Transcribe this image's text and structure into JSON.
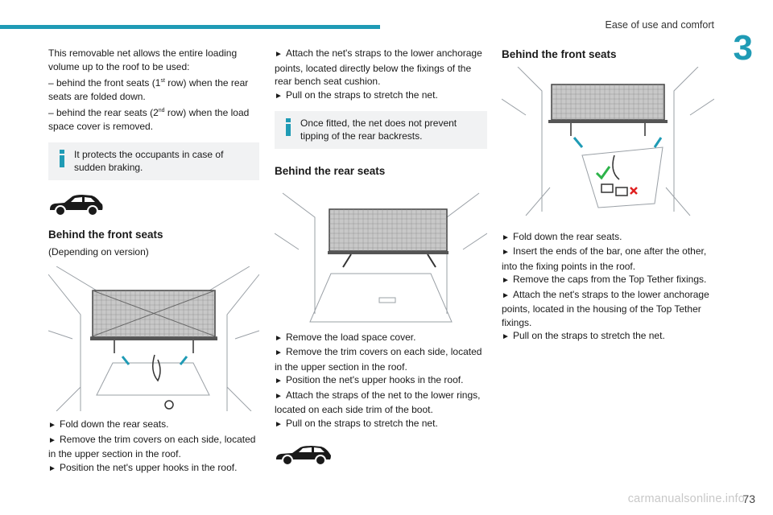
{
  "header": {
    "section_title": "Ease of use and comfort",
    "chapter_number": "3"
  },
  "col1": {
    "intro_lines": "This removable net allows the entire loading\nvolume up to the roof to be used:",
    "bullet1_a": "– behind the front seats (1",
    "bullet1_sup": "st",
    "bullet1_b": " row) when the rear seats are folded down.",
    "bullet2_a": "– behind the rear seats (2",
    "bullet2_sup": "nd",
    "bullet2_b": " row) when the load space cover is removed.",
    "info_text": "It protects the occupants in case of sudden braking.",
    "heading": "Behind the front seats",
    "subnote": "(Depending on version)",
    "steps": [
      "Fold down the rear seats.",
      "Remove the trim covers on each side, located in the upper section in the roof.",
      "Position the net's upper hooks in the roof."
    ]
  },
  "col2": {
    "steps_top": [
      "Attach the net's straps to the lower anchorage points, located directly below the fixings of the rear bench seat cushion.",
      "Pull on the straps to stretch the net."
    ],
    "info_text": "Once fitted, the net does not prevent tipping of the rear backrests.",
    "heading": "Behind the rear seats",
    "steps_bottom": [
      "Remove the load space cover.",
      "Remove the trim covers on each side, located in the upper section in the roof.",
      "Position the net's upper hooks in the roof.",
      "Attach the straps of the net to the lower rings, located on each side trim of the boot.",
      "Pull on the straps to stretch the net."
    ]
  },
  "col3": {
    "heading": "Behind the front seats",
    "steps": [
      "Fold down the rear seats.",
      "Insert the ends of the bar, one after the other, into the fixing points in the roof.",
      "Remove the caps from the Top Tether fixings.",
      "Attach the net's straps to the lower anchorage points, located in the housing of the Top Tether fixings.",
      "Pull on the straps to stretch the net."
    ]
  },
  "footer": {
    "page_number": "73",
    "watermark": "carmanualsonline.info"
  },
  "colors": {
    "accent": "#1f9bb5",
    "info_bg": "#f1f2f3"
  },
  "icons": {
    "step_marker": "play-arrow-icon",
    "info": "info-icon",
    "car": "suv-silhouette-icon"
  }
}
